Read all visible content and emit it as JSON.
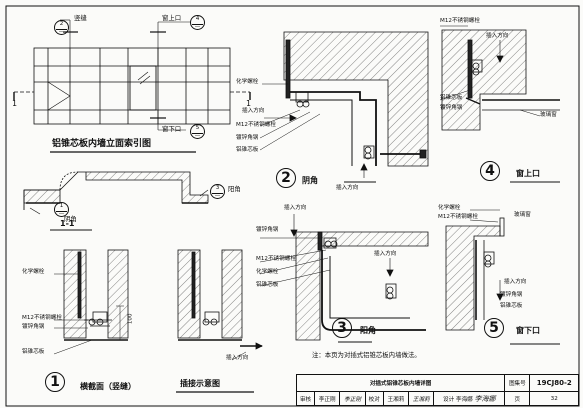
{
  "labels": {
    "shu_feng": "竖缝",
    "chuang_shang_kou": "窗上口",
    "chuang_xia_kou": "窗下口",
    "label_1_left": "1",
    "label_1_right": "1",
    "elev_title": "铝锥芯板内墙立面索引图",
    "yang_jiao": "阳角",
    "yin_jiao": "阴角",
    "section_1_1": "1-1",
    "hengjiemian": "横截面（竖缝）",
    "chajie": "插接示意图",
    "note": "注：本页为对插式铝锥芯板内墙做法。",
    "dim_100": "100"
  },
  "circles": {
    "c2_top": "2",
    "c2_bot": "—",
    "c4_top": "4",
    "c4_bot": "—",
    "c5_top": "5",
    "c5_bot": "—",
    "c1_top": "1",
    "c1_bot": "—",
    "c3_top": "3",
    "c3_bot": "—"
  },
  "details": {
    "d1": {
      "num": "1",
      "title": "横截面（竖缝）"
    },
    "d2": {
      "num": "2",
      "title": "阴角"
    },
    "d3": {
      "num": "3",
      "title": "阳角"
    },
    "d4": {
      "num": "4",
      "title": "窗上口"
    },
    "d5": {
      "num": "5",
      "title": "窗下口"
    }
  },
  "callouts": {
    "huaxue": "化学螺栓",
    "m12": "M12不锈钢螺栓",
    "duxin": "镀锌角钢",
    "lvzhui": "铝锥芯板",
    "charu": "插入方向",
    "boli": "玻璃窗"
  },
  "title_block": {
    "title": "对插式铝锥芯板内墙详图",
    "atlas_label": "图集号",
    "atlas_no": "19CJ80-2",
    "page_label": "页",
    "page_no": "32",
    "review_label": "审核",
    "reviewer": "李正刚",
    "check_label": "校对",
    "checker": "王湘莉",
    "design_label": "设计",
    "designer": "李海娜",
    "sig1": "李正刚",
    "sig2": "王湘莉",
    "sig3": "李海娜"
  }
}
